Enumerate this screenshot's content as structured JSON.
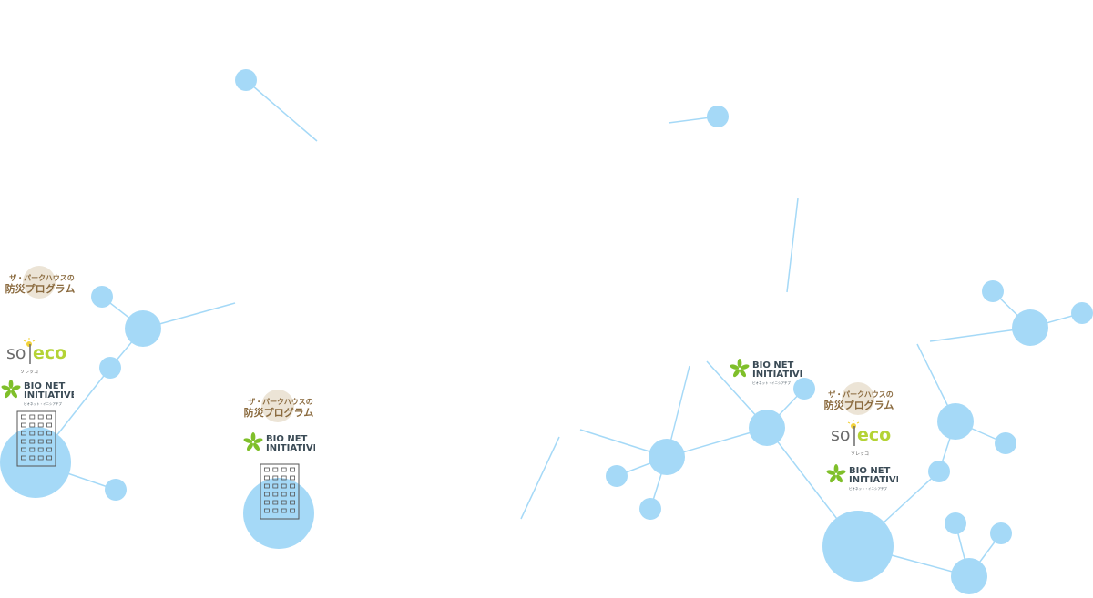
{
  "colors": {
    "node": "#a5d9f7",
    "edge": "#a5d9f7",
    "bio_green": "#7fbf2a",
    "bio_text": "#3a4a55",
    "soleco_gray": "#6b6b6b",
    "soleco_green": "#b4d335",
    "park_brown": "#8a6a3e",
    "park_circle": "#ece4d6",
    "building": "#555555"
  },
  "logos": {
    "park_house": {
      "line1": "ザ・パークハウスの",
      "line2": "防災プログラム"
    },
    "bio_net": {
      "line1": "BIO NET",
      "line2": "INITIATIVE",
      "sub": "ビオネット・イニシアチブ"
    },
    "soleco": {
      "so": "so",
      "eco": "eco",
      "sub": "ソレッコ"
    }
  },
  "icons": {
    "building": "building-icon",
    "sun": "sun-icon",
    "leaf": "leaf-icon"
  }
}
